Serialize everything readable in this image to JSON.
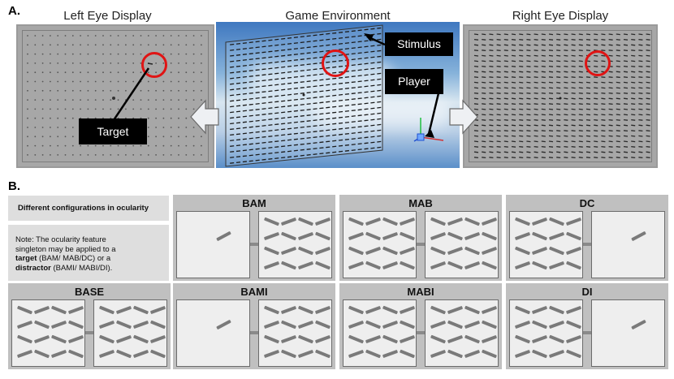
{
  "section_a": {
    "label": "A.",
    "left_title": "Left Eye Display",
    "middle_title": "Game Environment",
    "right_title": "Right Eye Display",
    "callouts": {
      "target": "Target",
      "stimulus": "Stimulus",
      "player": "Player"
    }
  },
  "section_b": {
    "label": "B.",
    "heading": "Different configurations in ocularity",
    "note": {
      "part1": "Note: The ocularity feature singleton may be applied to a ",
      "target": "target",
      "part2": " (BAM/ MAB/DC) or a ",
      "distractor": "distractor",
      "part3": " (BAMI/ MABI/DI)."
    },
    "configs": [
      {
        "name": "BAM",
        "left": "single",
        "right": "search"
      },
      {
        "name": "MAB",
        "left": "search",
        "right": "search"
      },
      {
        "name": "DC",
        "left": "search",
        "right": "single"
      },
      {
        "name": "BASE",
        "left": "search",
        "right": "search"
      },
      {
        "name": "BAMI",
        "left": "single",
        "right": "search"
      },
      {
        "name": "MABI",
        "left": "search",
        "right": "search"
      },
      {
        "name": "DI",
        "left": "search",
        "right": "single"
      }
    ]
  },
  "colors": {
    "ring": "#e01414",
    "tile": "#c0c0c0",
    "square": "#eeeeee",
    "bar": "#7a7a7a"
  }
}
